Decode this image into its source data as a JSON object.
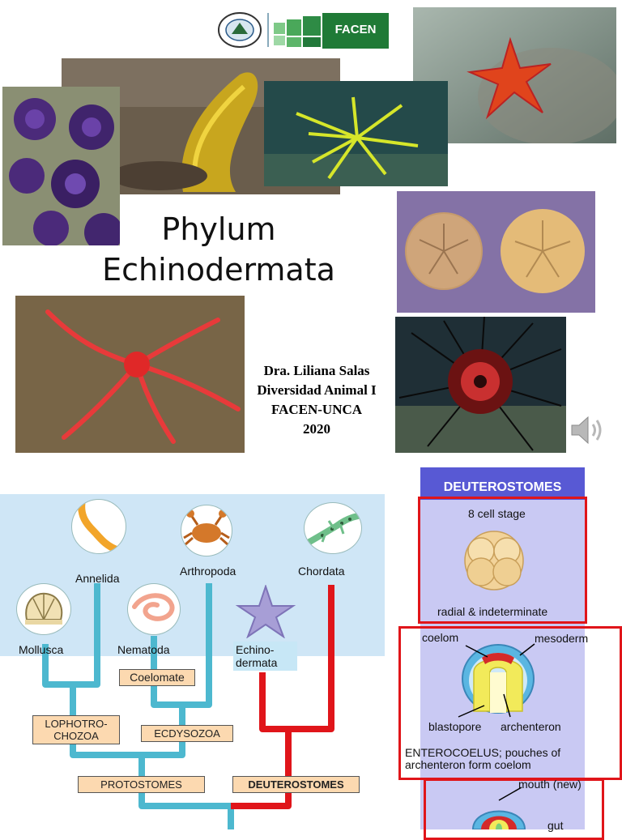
{
  "slide": {
    "title_line1": "Phylum",
    "title_line2": "Echinodermata",
    "author_line1": "Dra. Liliana Salas",
    "author_line2": "Diversidad Animal I",
    "author_line3": "FACEN-UNCA",
    "author_line4": "2020",
    "logo_text": "FACEN"
  },
  "tree": {
    "taxa": {
      "annelida": "Annelida",
      "arthropoda": "Arthropoda",
      "chordata": "Chordata",
      "mollusca": "Mollusca",
      "nematoda": "Nematoda",
      "echinodermata_line1": "Echino-",
      "echinodermata_line2": "dermata"
    },
    "groups": {
      "coelomate": "Coelomate",
      "lophotrochozoa_line1": "LOPHOTRO-",
      "lophotrochozoa_line2": "CHOZOA",
      "ecdysozoa": "ECDYSOZOA",
      "protostomes": "PROTOSTOMES",
      "deuterostomes": "DEUTEROSTOMES"
    }
  },
  "deuterostomes_panel": {
    "header": "DEUTEROSTOMES",
    "cell_stage": "8 cell stage",
    "cleavage": "radial & indeterminate",
    "coelom": "coelom",
    "mesoderm": "mesoderm",
    "blastopore": "blastopore",
    "archenteron": "archenteron",
    "enterocoelus_line1": "ENTEROCOELUS; pouches of",
    "enterocoelus_line2": "archenteron form coelom",
    "mouth": "mouth (new)",
    "gut": "gut"
  },
  "colors": {
    "tree_bg": "#cfe6f6",
    "tree_line": "#4db8cf",
    "deutero_line": "#e0151a",
    "box_fill": "#fcd9b0",
    "panel_bg": "#c9c9f3",
    "panel_header": "#5859d4",
    "highlight": "#e0151a"
  },
  "icons": [
    "speaker-icon",
    "university-seal-icon"
  ]
}
